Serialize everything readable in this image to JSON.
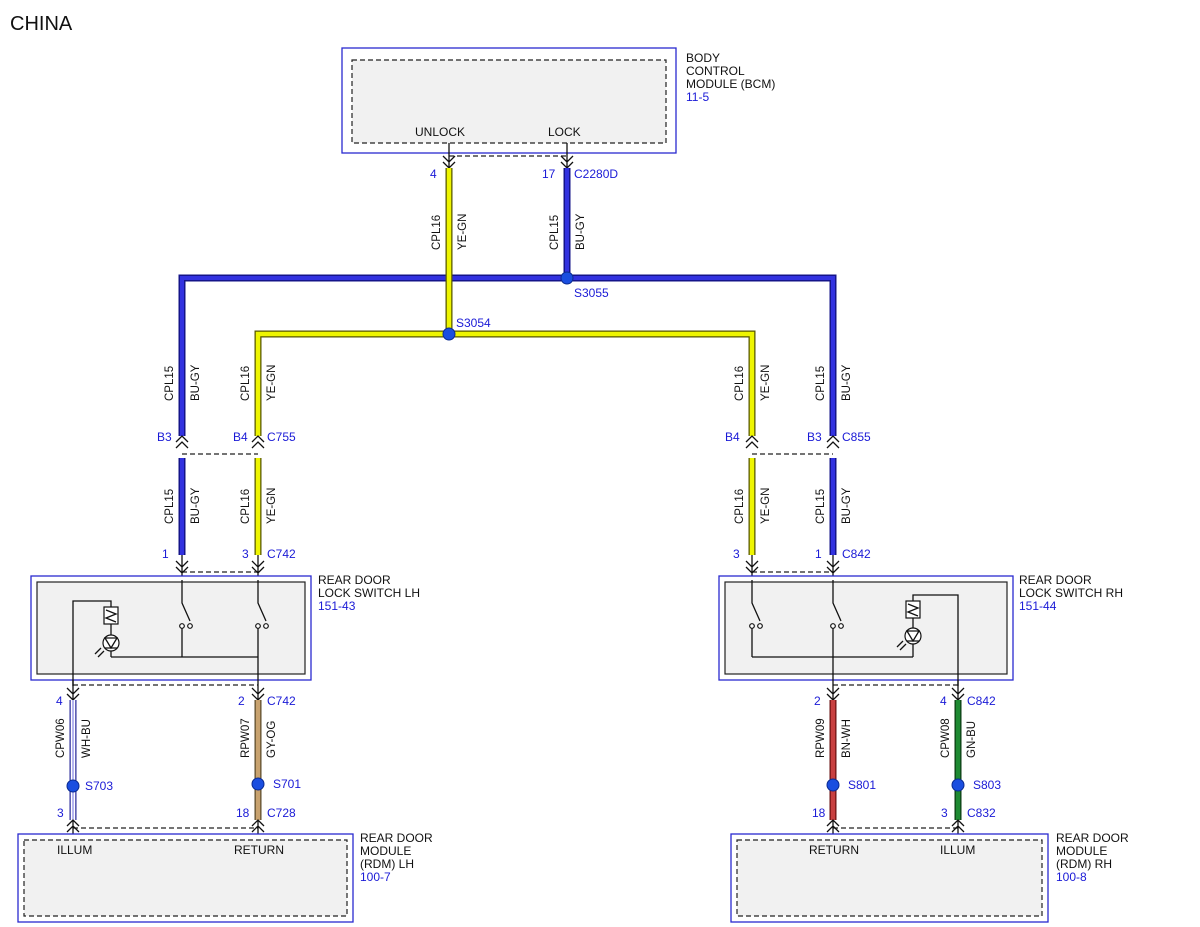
{
  "page_title": "CHINA",
  "colors": {
    "blue_wire": "#2323c8",
    "yellow_wire": "#e6f000",
    "white_wire": "#ffffff",
    "gray_wire": "#b89a6a",
    "brown_wire": "#b03030",
    "green_wire": "#1a7a2a",
    "splice": "#1a4ee0",
    "label_blue": "#1a1ad6"
  },
  "bcm": {
    "name_lines": [
      "BODY",
      "CONTROL",
      "MODULE (BCM)"
    ],
    "ref": "11-5",
    "pin_unlock": "UNLOCK",
    "pin_lock": "LOCK",
    "pin4": "4",
    "pin17": "17",
    "connector": "C2280D"
  },
  "wires": {
    "cpl16": "CPL16",
    "cpl15": "CPL15",
    "ye_gn": "YE-GN",
    "bu_gy": "BU-GY",
    "cpw06": "CPW06",
    "wh_bu": "WH-BU",
    "rpw07": "RPW07",
    "gy_og": "GY-OG",
    "rpw09": "RPW09",
    "bn_wh": "BN-WH",
    "cpw08": "CPW08",
    "gn_bu": "GN-BU"
  },
  "splices": {
    "s3055": "S3055",
    "s3054": "S3054",
    "s703": "S703",
    "s701": "S701",
    "s801": "S801",
    "s803": "S803"
  },
  "connectors": {
    "c755": "C755",
    "c855": "C855",
    "c742_top": "C742",
    "c842_top": "C842",
    "c742_bot": "C742",
    "c842_bot": "C842",
    "c728": "C728",
    "c832": "C832"
  },
  "pins": {
    "b3": "B3",
    "b4": "B4",
    "p1": "1",
    "p2": "2",
    "p3": "3",
    "p4": "4",
    "p18": "18"
  },
  "switch_lh": {
    "name_lines": [
      "REAR DOOR",
      "LOCK SWITCH LH"
    ],
    "ref": "151-43"
  },
  "switch_rh": {
    "name_lines": [
      "REAR DOOR",
      "LOCK SWITCH RH"
    ],
    "ref": "151-44"
  },
  "rdm_lh": {
    "name_lines": [
      "REAR DOOR",
      "MODULE",
      "(RDM) LH"
    ],
    "ref": "100-7",
    "pin_illum": "ILLUM",
    "pin_return": "RETURN"
  },
  "rdm_rh": {
    "name_lines": [
      "REAR DOOR",
      "MODULE",
      "(RDM) RH"
    ],
    "ref": "100-8",
    "pin_return": "RETURN",
    "pin_illum": "ILLUM"
  }
}
